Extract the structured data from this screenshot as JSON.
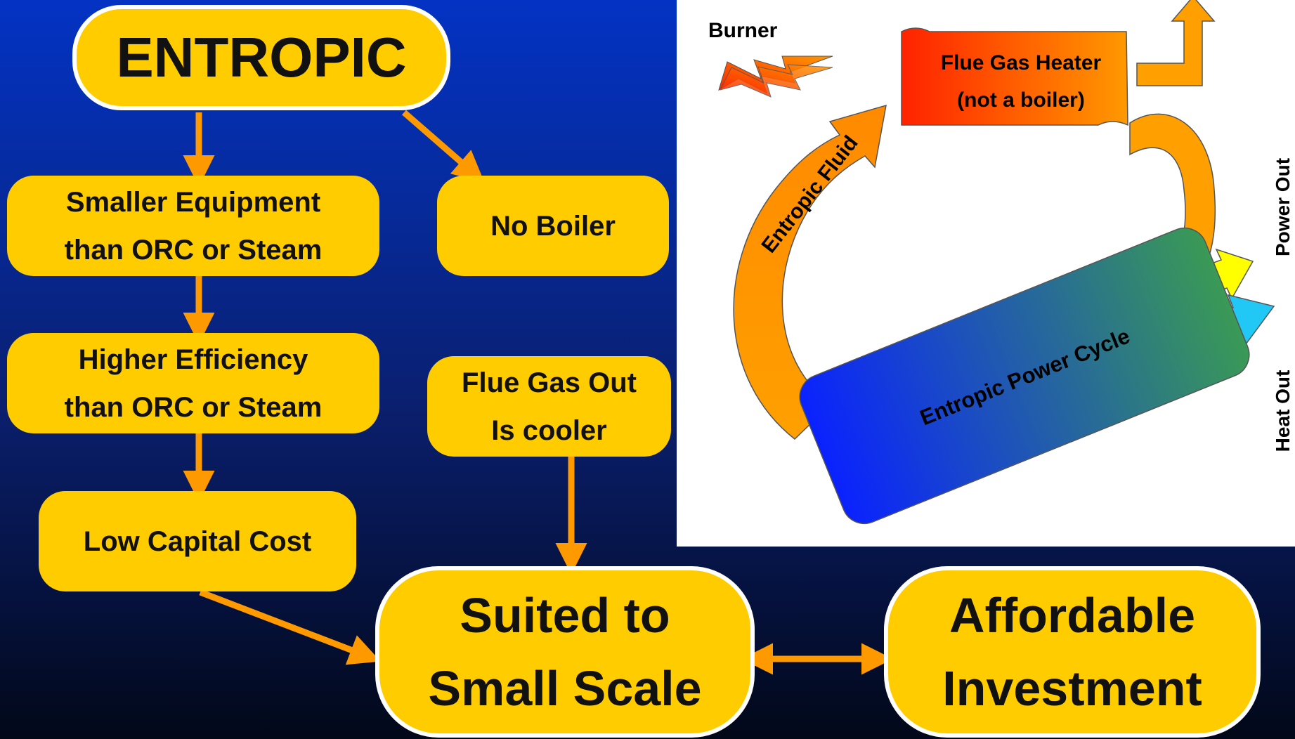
{
  "flowchart": {
    "title": "ENTROPIC",
    "smaller_equipment": "Smaller Equipment\nthan ORC or Steam",
    "higher_efficiency": "Higher Efficiency\nthan ORC or Steam",
    "low_capital_cost": "Low Capital Cost",
    "no_boiler": "No Boiler",
    "flue_gas_out": "Flue Gas Out\nIs cooler",
    "suited_small_scale": "Suited to\nSmall Scale",
    "affordable_investment": "Affordable\nInvestment"
  },
  "cycle_diagram": {
    "burner": "Burner",
    "flue_gas_heater_line1": "Flue Gas Heater",
    "flue_gas_heater_line2": "(not a boiler)",
    "entropic_fluid": "Entropic Fluid",
    "power_cycle": "Entropic Power Cycle",
    "power_out": "Power Out",
    "heat_out": "Heat Out"
  },
  "colors": {
    "node_fill": "#ffcc00",
    "arrow": "#ff9900",
    "power_out": "#ffff00",
    "heat_out": "#22c8f5"
  }
}
